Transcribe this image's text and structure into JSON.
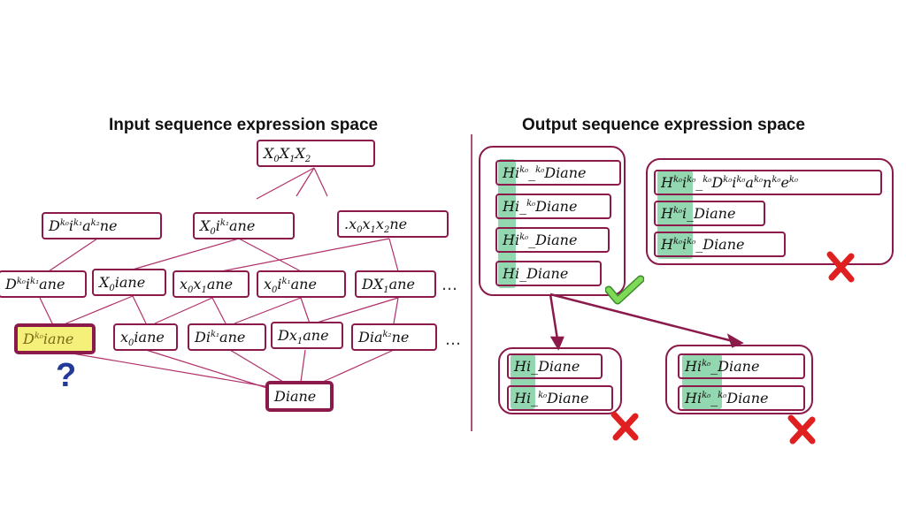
{
  "titles": {
    "input": "Input sequence expression space",
    "output": "Output sequence expression space"
  },
  "ellipsis": "…",
  "question": "?",
  "input_nodes": {
    "x0x1x2": "X₀X₁X₂",
    "dkikak": "D^k0 i^k1 a^k2 ne",
    "x0ikane": "X₀i^k1 ane",
    "x0x1x2ne": "x₀x₁x₂ne",
    "dkikane": "D^k0 i^k1 ane",
    "x0iane": "X₀iane",
    "x0x1ane": "x₀x₁ane",
    "x0ik1ane": "x₀i^k1 ane",
    "dx1ane": "DX₁ane",
    "dk0iane": "D^k0 iane",
    "lx0iane": "x₀iane",
    "dik1ane": "Di^k1 ane",
    "dlx1ane": "Dx₁ane",
    "diak2ne": "Dia^k2 ne",
    "diane": "Diane"
  },
  "output_groups": {
    "correct": [
      "Hi^k0_^k0 Diane",
      "Hi_^k0 Diane",
      "Hi^k0_Diane",
      "Hi_Diane"
    ],
    "wrong_top": [
      "H^k0 i^k0_^k0 D^k0 i^k0 a^k0 n^k0 e^k0",
      "H^k0 i_Diane",
      "H^k0 i^k0_Diane"
    ],
    "wrong_left": [
      "Hi_Diane",
      "Hi_^k0 Diane"
    ],
    "wrong_right": [
      "Hi^k0_Diane",
      "Hi^k0_^k0 Diane"
    ]
  },
  "colors": {
    "box_border": "#8b1a4a",
    "highlight": "#f5f07a",
    "green_shade": "#6dc994",
    "check": "#7ed957",
    "cross": "#e02020",
    "question": "#233a9a"
  }
}
